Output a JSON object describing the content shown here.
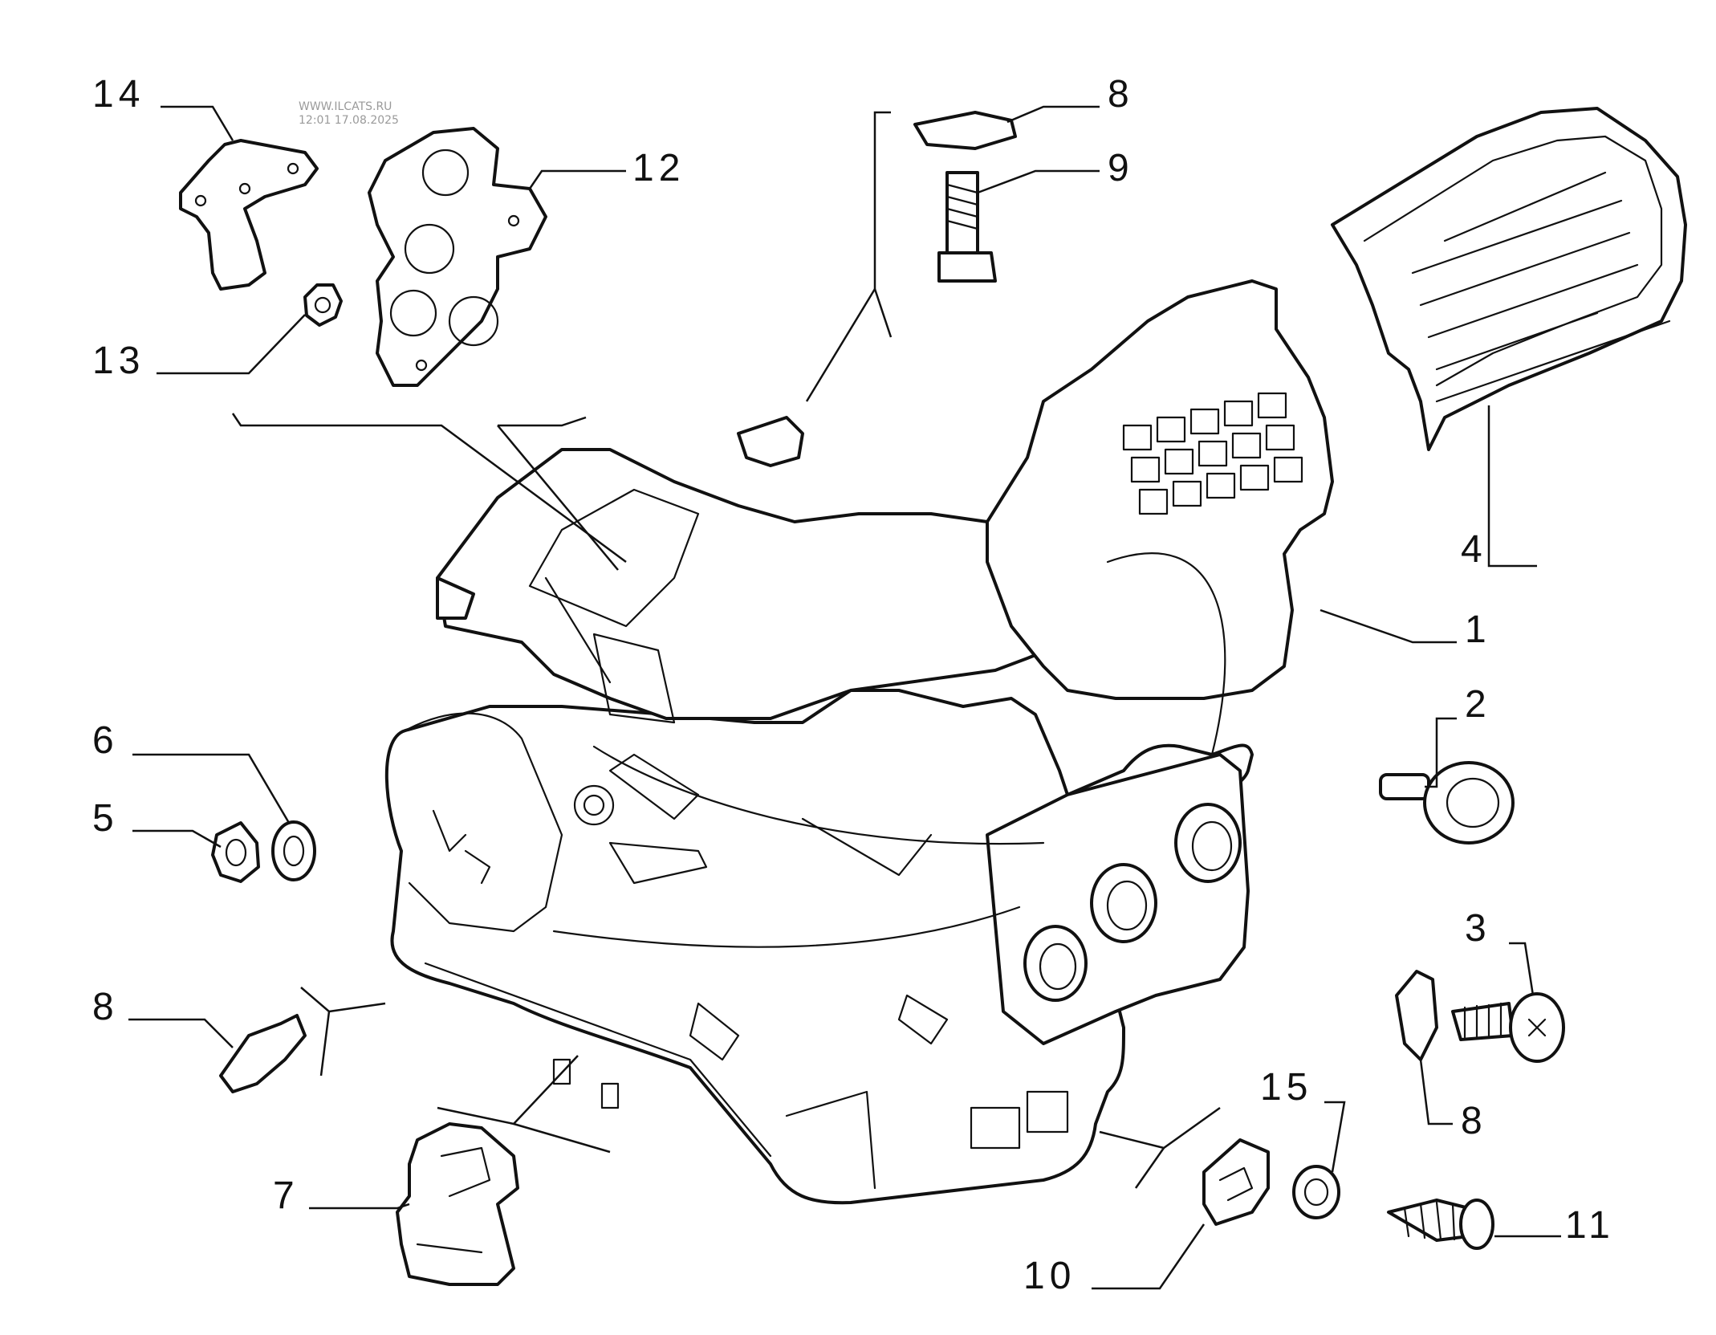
{
  "watermark": {
    "line1": "WWW.ILCATS.RU",
    "line2": "12:01 17.08.2025"
  },
  "callouts": [
    {
      "id": "c14",
      "label": "14"
    },
    {
      "id": "c12",
      "label": "12"
    },
    {
      "id": "c13",
      "label": "13"
    },
    {
      "id": "c8a",
      "label": "8"
    },
    {
      "id": "c9",
      "label": "9"
    },
    {
      "id": "c4",
      "label": "4"
    },
    {
      "id": "c1",
      "label": "1"
    },
    {
      "id": "c2",
      "label": "2"
    },
    {
      "id": "c6",
      "label": "6"
    },
    {
      "id": "c5",
      "label": "5"
    },
    {
      "id": "c3",
      "label": "3"
    },
    {
      "id": "c8b",
      "label": "8"
    },
    {
      "id": "c8c",
      "label": "8"
    },
    {
      "id": "c15",
      "label": "15"
    },
    {
      "id": "c7",
      "label": "7"
    },
    {
      "id": "c11",
      "label": "11"
    },
    {
      "id": "c10",
      "label": "10"
    }
  ]
}
